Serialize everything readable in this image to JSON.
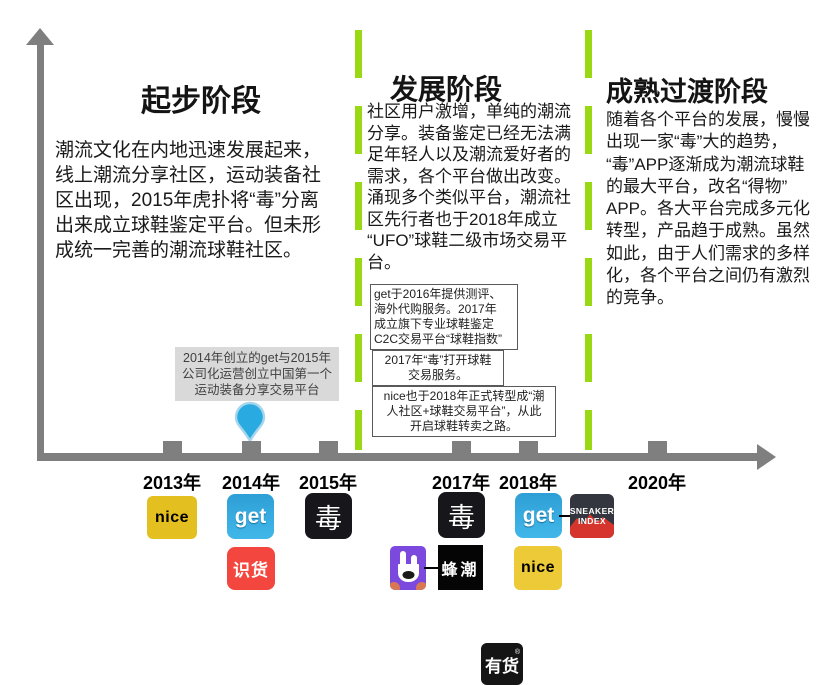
{
  "colors": {
    "green": "#99D813",
    "axis-gray": "#7F7F7F",
    "text-black": "#141414",
    "callout-bg": "#D9D9D9",
    "callout-text": "#404040",
    "box-border": "#595959",
    "balloon-blue": "#29ABE2",
    "balloon-stroke": "#A7D6EC",
    "nice-yellow": "#E3BF20",
    "nice-yellow-2": "#ECCA38",
    "get-blue-top": "#2E9FD6",
    "get-blue-bottom": "#41B7E9",
    "du-black": "#17171B",
    "shihuo-red": "#F2463E",
    "ufo-purple": "#7B49DD",
    "fengchao-black": "#050505",
    "youhuo-black": "#151515",
    "sneaker-dark": "#33363E",
    "sneaker-red": "#D5352C",
    "connector-black": "#000000"
  },
  "sections": [
    {
      "title": "起步阶段",
      "body": "潮流文化在内地迅速发展起来，\n线上潮流分享社区，运动装备社\n区出现，2015年虎扑将“毒”分离\n出来成立球鞋鉴定平台。但未形\n成统一完善的潮流球鞋社区。"
    },
    {
      "title": "发展阶段",
      "body": "社区用户激增，单纯的潮流\n分享。装备鉴定已经无法满\n足年轻人以及潮流爱好者的\n需求，各个平台做出改变。\n涌现多个类似平台，潮流社\n区先行者也于2018年成立\n“UFO”球鞋二级市场交易平\n台。",
      "boxes": [
        {
          "text": "get于2016年提供测评、\n海外代购服务。2017年\n成立旗下专业球鞋鉴定\nC2C交易平台“球鞋指数”"
        },
        {
          "text": "2017年“毒”打开球鞋\n交易服务。"
        },
        {
          "text": "nice也于2018年正式转型成“潮\n人社区+球鞋交易平台”，从此\n开启球鞋转卖之路。"
        }
      ]
    },
    {
      "title": "成熟过渡阶段",
      "body": "随着各个平台的发展，慢慢\n出现一家“毒”大的趋势，\n“毒”APP逐渐成为潮流球鞋\n的最大平台，改名“得物”\nAPP。各大平台完成多元化\n转型，产品趋于成熟。虽然\n如此，由于人们需求的多样\n化，各个平台之间仍有激烈\n的竞争。"
    }
  ],
  "callout": {
    "text": "2014年创立的get与2015年\n公司化运营创立中国第一个\n运动装备分享交易平台"
  },
  "timeline": {
    "years": [
      "2013年",
      "2014年",
      "2015年",
      "2017年",
      "2018年",
      "2020年"
    ]
  },
  "logos": {
    "nice_2013": {
      "label": "nice"
    },
    "get_2014": {
      "label": "get"
    },
    "du_2015": {
      "label": "毒"
    },
    "shihuo_2014": {
      "label": "识货"
    },
    "du_2017": {
      "label": "毒"
    },
    "get_2018": {
      "label": "get"
    },
    "sneaker_index": {
      "line1": "SNEAKER",
      "line2": "INDEX"
    },
    "fengchao": {
      "label": "蜂潮"
    },
    "nice_2018": {
      "label": "nice"
    },
    "youhuo": {
      "label": "有货",
      "reg": "®"
    },
    "ufo": {
      "icon": "rock-hand"
    }
  }
}
